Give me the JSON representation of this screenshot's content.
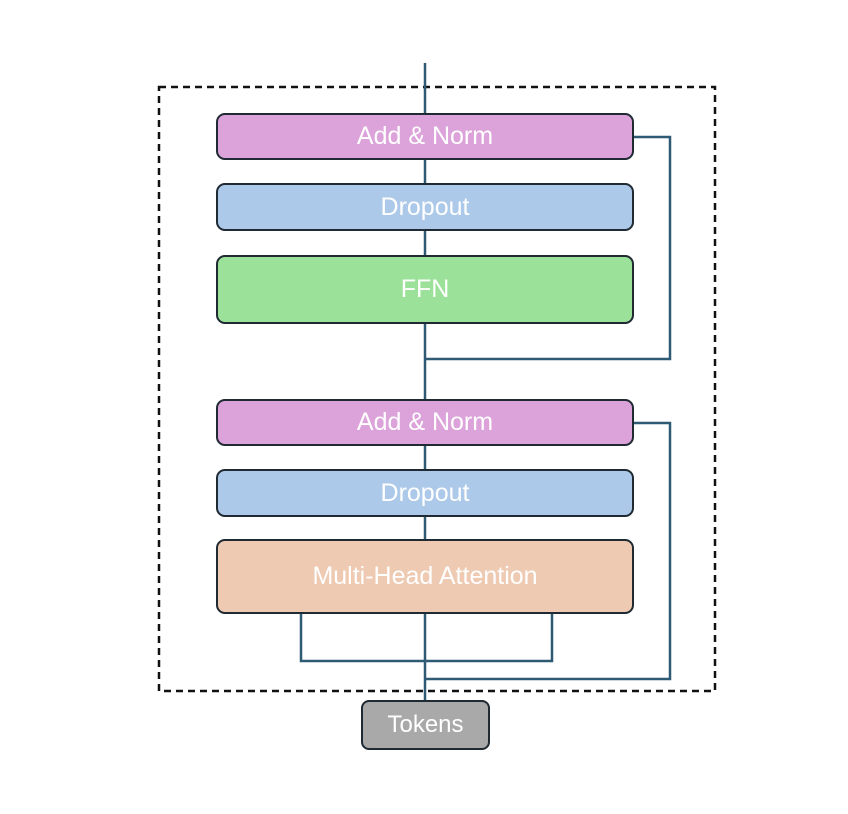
{
  "colors": {
    "add_norm": "#dca3da",
    "dropout": "#adc9e9",
    "ffn": "#9be199",
    "attention": "#eecab2",
    "tokens": "#a9a9a9",
    "connector": "#2f5a74",
    "block_border": "#111111"
  },
  "blocks": {
    "add_norm_top": "Add & Norm",
    "dropout_top": "Dropout",
    "ffn": "FFN",
    "add_norm_bottom": "Add & Norm",
    "dropout_bottom": "Dropout",
    "attention": "Multi-Head Attention",
    "tokens": "Tokens"
  }
}
